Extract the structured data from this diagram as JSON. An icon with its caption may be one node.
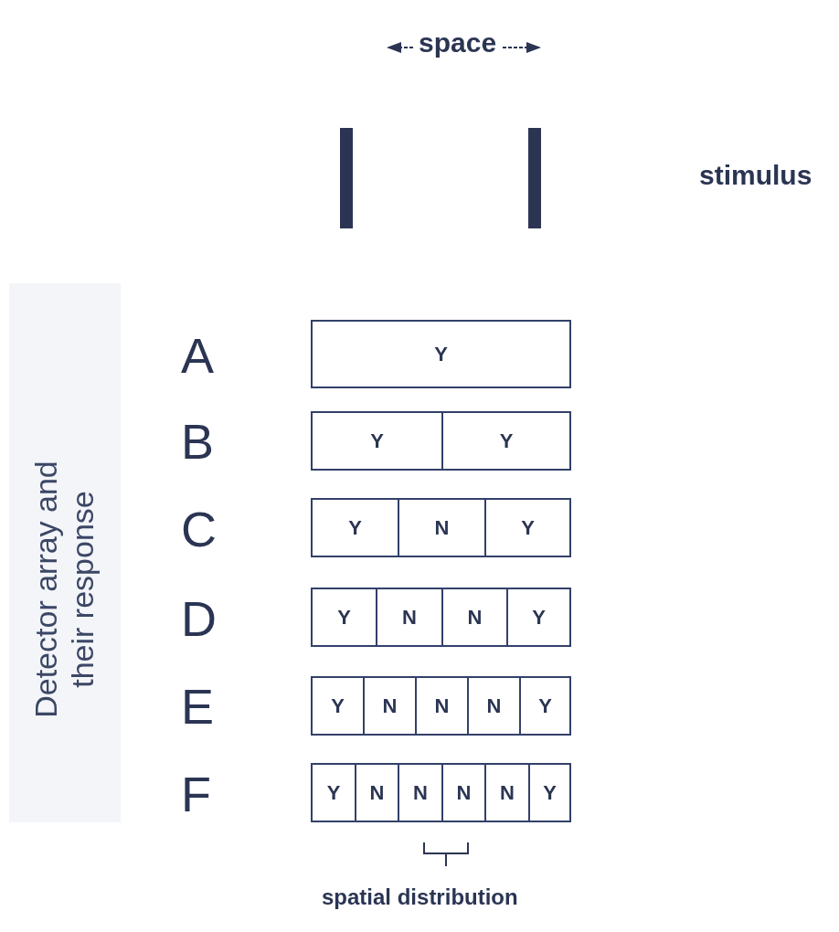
{
  "diagram": {
    "nodes": [
      {
        "text": [
          "Y"
        ]
      },
      {
        "text": [
          "Y"
        ]
      },
      {
        "text": [
          "Y"
        ]
      },
      {
        "text": [
          "Y"
        ]
      },
      {
        "text": [
          "N"
        ]
      },
      {
        "text": [
          "Y"
        ]
      },
      {
        "text": [
          "Y"
        ]
      },
      {
        "text": [
          "N"
        ]
      },
      {
        "text": [
          "N"
        ]
      },
      {
        "text": [
          "Y"
        ]
      },
      {
        "text": [
          "Y"
        ]
      },
      {
        "text": [
          "N"
        ]
      },
      {
        "text": [
          "N"
        ]
      },
      {
        "text": [
          "N"
        ]
      },
      {
        "text": [
          "Y"
        ]
      },
      {
        "text": [
          "Y"
        ]
      },
      {
        "text": [
          "N"
        ]
      },
      {
        "text": [
          "N"
        ]
      },
      {
        "text": [
          "N"
        ]
      },
      {
        "text": [
          "N"
        ]
      },
      {
        "text": [
          "Y"
        ]
      }
    ],
    "labels": [
      "space",
      "stimulus",
      "Detector array and their response",
      "A",
      "B",
      "C",
      "D",
      "E",
      "F",
      "spatial distribution"
    ]
  }
}
